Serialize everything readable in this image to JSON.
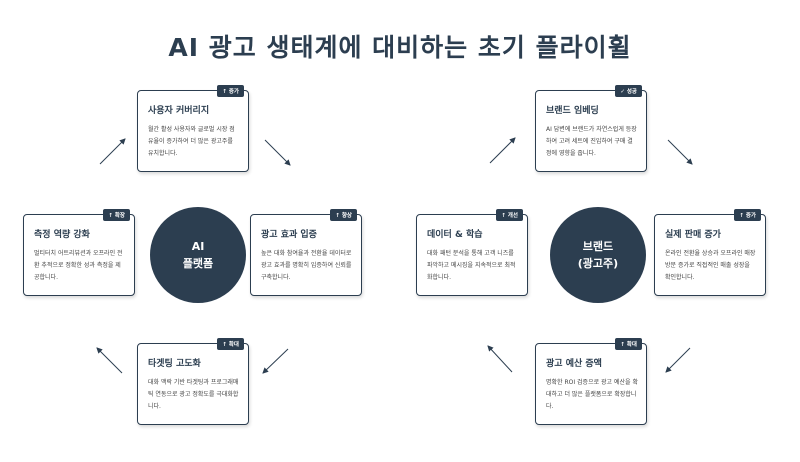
{
  "title": "AI 광고 생태계에 대비하는 초기 플라이휠",
  "left_cycle": {
    "center": "AI\n플랫폼",
    "cards": [
      {
        "title": "사용자 커버리지",
        "text": "월간 활성 사용자와 글로벌 시장 점유율이 증가하여 더 많은 광고주를 유치합니다.",
        "badge": "↑ 증가"
      },
      {
        "title": "광고 효과 입증",
        "text": "높은 대화 참여율과 전환율 데이터로 광고 효과를 명확히 입증하여 신뢰를 구축합니다.",
        "badge": "↑ 향상"
      },
      {
        "title": "타겟팅 고도화",
        "text": "대화 맥락 기반 타겟팅과 프로그래매틱 연동으로 광고 정확도를 극대화합니다.",
        "badge": "↑ 확대"
      },
      {
        "title": "측정 역량 강화",
        "text": "멀티터치 어트리뷰션과 오프라인 전환 추적으로 정확한 성과 측정을 제공합니다.",
        "badge": "↑ 확장"
      }
    ]
  },
  "right_cycle": {
    "center": "브랜드\n(광고주)",
    "cards": [
      {
        "title": "브랜드 임베딩",
        "text": "AI 답변에 브랜드가 자연스럽게 등장하여 고려 세트에 진입하여 구매 결정에 영향을 줍니다.",
        "badge": "✓ 성공"
      },
      {
        "title": "실제 판매 증가",
        "text": "온라인 전환율 상승과 오프라인 매장 방문 증가로 직접적인 매출 성장을 확인합니다.",
        "badge": "↑ 증가"
      },
      {
        "title": "광고 예산 증액",
        "text": "명확한 ROI 검증으로 광고 예산을 확대하고 더 많은 플랫폼으로 확장합니다.",
        "badge": "↑ 확대"
      },
      {
        "title": "데이터 & 학습",
        "text": "대화 패턴 분석을 통해 고객 니즈를 파악하고 메시징을 지속적으로 최적화합니다.",
        "badge": "↑ 개선"
      }
    ]
  }
}
